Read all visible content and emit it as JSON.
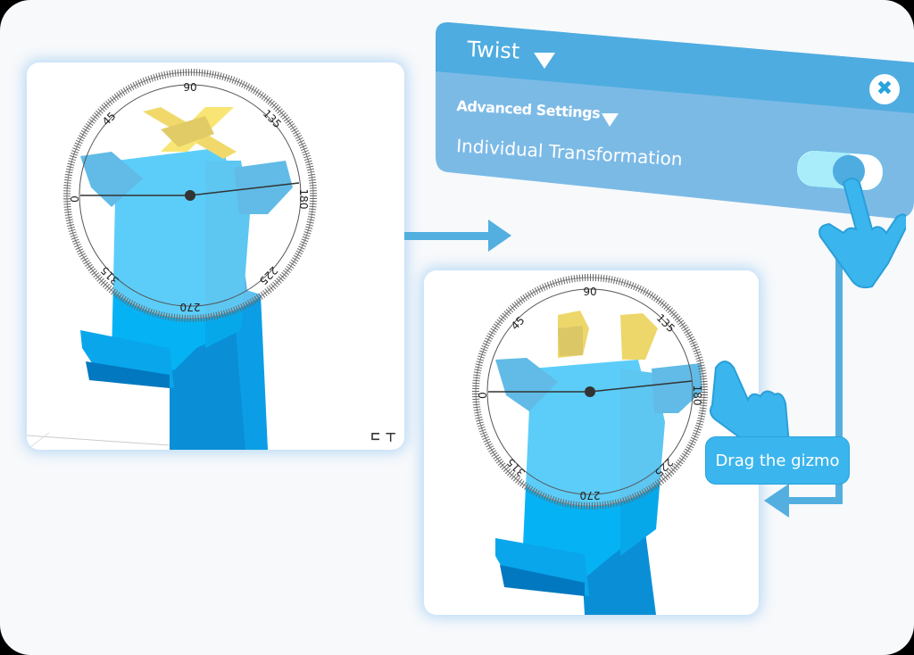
{
  "panel": {
    "title": "Twist",
    "section": "Advanced Settings",
    "option_label": "Individual Transformation",
    "toggle_state": "on",
    "close_icon": "close-x-icon"
  },
  "viewports": [
    {
      "name": "before",
      "protractor_labels": [
        "90",
        "45",
        "135",
        "0",
        "180",
        "315",
        "225",
        "270"
      ],
      "axis_gizmo": "⊥ ⊐"
    },
    {
      "name": "after",
      "protractor_labels": [
        "90",
        "45",
        "135",
        "0",
        "180",
        "315",
        "225",
        "270"
      ]
    }
  ],
  "tooltip": {
    "text": "Drag the gizmo"
  },
  "colors": {
    "panel_header": "#4eace0",
    "panel_body": "#7cbae6",
    "model_blue": "#05b3f5",
    "horn_yellow": "#f2cf1e",
    "arrow": "#52afe0",
    "tooltip_bg": "#3bb5ee",
    "toggle_track": "#a9ecfa"
  }
}
